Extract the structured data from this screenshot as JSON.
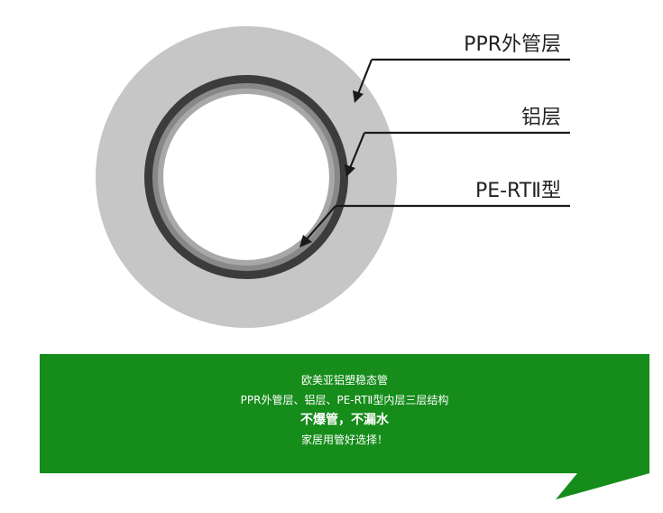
{
  "diagram": {
    "labels": {
      "outer": "PPR外管层",
      "middle": "铝层",
      "inner": "PE-RTⅡ型"
    },
    "colors": {
      "outer_layer": "#c6c6c6",
      "aluminum_dark": "#3c3c3c",
      "aluminum_light": "#888888",
      "inner_layer": "#a8a8a8",
      "bore": "#ffffff",
      "leader": "#1a1a1a"
    }
  },
  "banner": {
    "background": "#168c1b",
    "lines": [
      "欧美亚铝塑稳态管",
      "PPR外管层、铝层、PE-RTⅡ型内层三层结构",
      "不爆管，不漏水",
      "家居用管好选择！"
    ]
  }
}
